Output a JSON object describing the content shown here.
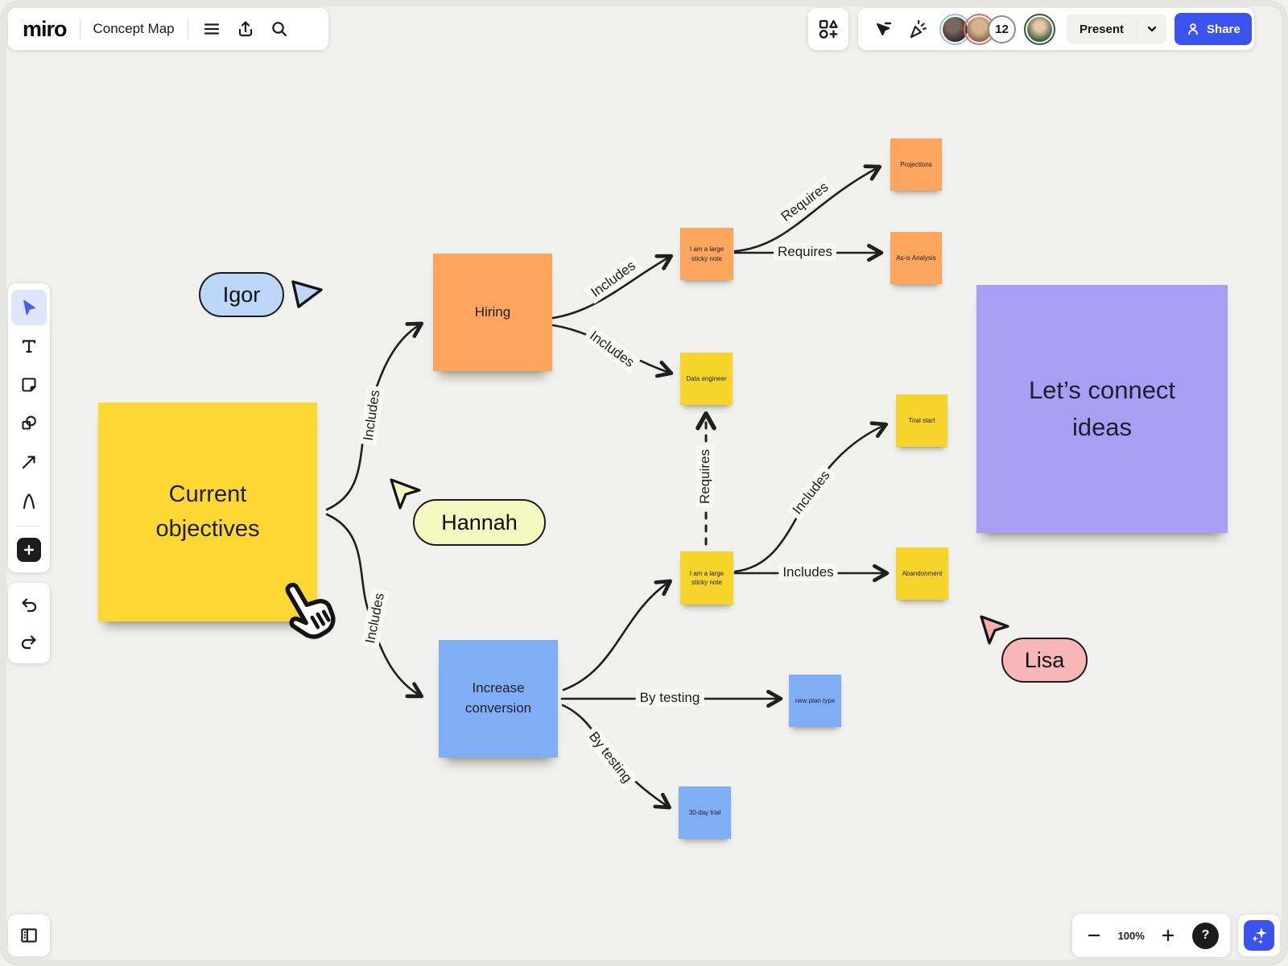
{
  "app": {
    "logo": "miro",
    "board_title": "Concept Map"
  },
  "topbar": {
    "participant_count": "12",
    "present_label": "Present",
    "share_label": "Share"
  },
  "colors": {
    "accent_blue": "#3b53ee",
    "sticky_yellow_large": "#fdd834",
    "sticky_yellow_small": "#f7d42a",
    "sticky_orange": "#fba65c",
    "sticky_blue": "#80aef5",
    "sticky_purple": "#a89ef4",
    "tag_igor": "#bcd7f8",
    "tag_hannah": "#f5f8c0",
    "tag_lisa": "#f7b6b8"
  },
  "notes": {
    "current_objectives": {
      "text": "Current objectives"
    },
    "hiring": {
      "text": "Hiring"
    },
    "increase_conversion": {
      "text": "Increase conversion"
    },
    "lets_connect": {
      "text": "Let’s connect ideas"
    },
    "large_sticky_top": {
      "text": "I am a large sticky note"
    },
    "projections": {
      "text": "Projections"
    },
    "as_is_analysis": {
      "text": "As-is Analysis"
    },
    "data_engineer": {
      "text": "Data engineer"
    },
    "large_sticky_bottom": {
      "text": "I am a large sticky note"
    },
    "trial_start": {
      "text": "Trial start"
    },
    "abandonment": {
      "text": "Abandonment"
    },
    "new_plan_type": {
      "text": "new plan type"
    },
    "thirty_day_trial": {
      "text": "30-day trial"
    }
  },
  "edge_labels": {
    "co_hiring": "Includes",
    "co_increase": "Includes",
    "hiring_large": "Includes",
    "hiring_data": "Includes",
    "large_projections": "Requires",
    "large_asis": "Requires",
    "data_requires": "Requires",
    "large2_trial": "Includes",
    "large2_abandonment": "Includes",
    "increase_newplan": "By testing",
    "increase_30day": "By testing"
  },
  "cursors": {
    "igor": "Igor",
    "hannah": "Hannah",
    "lisa": "Lisa"
  },
  "zoombar": {
    "zoom_level": "100%",
    "help_label": "?"
  }
}
